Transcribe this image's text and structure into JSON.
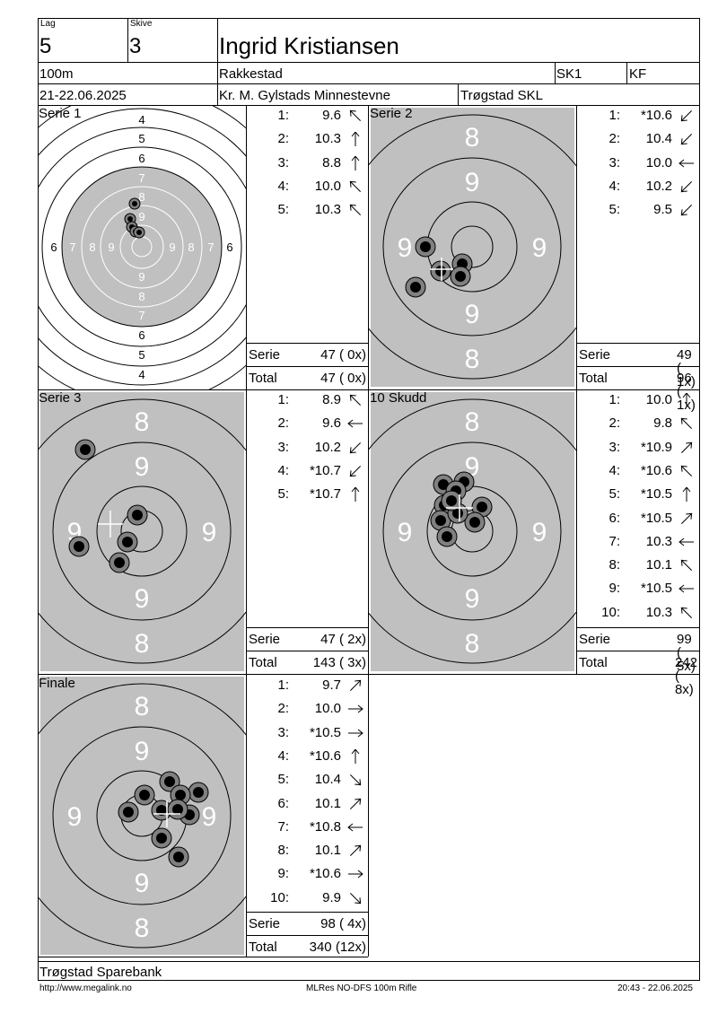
{
  "header": {
    "lag_label": "Lag",
    "lag": "5",
    "skive_label": "Skive",
    "skive": "3",
    "name": "Ingrid Kristiansen",
    "distance": "100m",
    "club": "Rakkestad",
    "class": "SK1",
    "kf": "KF",
    "date": "21-22.06.2025",
    "event": "Kr. M. Gylstads Minnestevne",
    "organizer": "Trøgstad SKL"
  },
  "panels": [
    {
      "label": "Serie 1",
      "shots": [
        {
          "n": "1:",
          "v": "9.6",
          "dir": "NW"
        },
        {
          "n": "2:",
          "v": "10.3",
          "dir": "N"
        },
        {
          "n": "3:",
          "v": "8.8",
          "dir": "N"
        },
        {
          "n": "4:",
          "v": "10.0",
          "dir": "NW"
        },
        {
          "n": "5:",
          "v": "10.3",
          "dir": "NW"
        }
      ],
      "serie_label": "Serie",
      "serie": "47 ( 0x)",
      "total_label": "Total",
      "total": "47 ( 0x)"
    },
    {
      "label": "Serie 2",
      "shots": [
        {
          "n": "1:",
          "v": "*10.6",
          "dir": "SW"
        },
        {
          "n": "2:",
          "v": "10.4",
          "dir": "SW"
        },
        {
          "n": "3:",
          "v": "10.0",
          "dir": "W"
        },
        {
          "n": "4:",
          "v": "10.2",
          "dir": "SW"
        },
        {
          "n": "5:",
          "v": "9.5",
          "dir": "SW"
        }
      ],
      "serie_label": "Serie",
      "serie": "49 ( 1x)",
      "total_label": "Total",
      "total": "96 ( 1x)"
    },
    {
      "label": "Serie 3",
      "shots": [
        {
          "n": "1:",
          "v": "8.9",
          "dir": "NW"
        },
        {
          "n": "2:",
          "v": "9.6",
          "dir": "W"
        },
        {
          "n": "3:",
          "v": "10.2",
          "dir": "SW"
        },
        {
          "n": "4:",
          "v": "*10.7",
          "dir": "SW"
        },
        {
          "n": "5:",
          "v": "*10.7",
          "dir": "N"
        }
      ],
      "serie_label": "Serie",
      "serie": "47 ( 2x)",
      "total_label": "Total",
      "total": "143 ( 3x)"
    },
    {
      "label": "10 Skudd",
      "shots": [
        {
          "n": "1:",
          "v": "10.0",
          "dir": "N"
        },
        {
          "n": "2:",
          "v": "9.8",
          "dir": "NW"
        },
        {
          "n": "3:",
          "v": "*10.9",
          "dir": "NE"
        },
        {
          "n": "4:",
          "v": "*10.6",
          "dir": "NW"
        },
        {
          "n": "5:",
          "v": "*10.5",
          "dir": "N"
        },
        {
          "n": "6:",
          "v": "*10.5",
          "dir": "NE"
        },
        {
          "n": "7:",
          "v": "10.3",
          "dir": "W"
        },
        {
          "n": "8:",
          "v": "10.1",
          "dir": "NW"
        },
        {
          "n": "9:",
          "v": "*10.5",
          "dir": "W"
        },
        {
          "n": "10:",
          "v": "10.3",
          "dir": "NW"
        }
      ],
      "serie_label": "Serie",
      "serie": "99 ( 5x)",
      "total_label": "Total",
      "total": "242 ( 8x)"
    },
    {
      "label": "Finale",
      "shots": [
        {
          "n": "1:",
          "v": "9.7",
          "dir": "NE"
        },
        {
          "n": "2:",
          "v": "10.0",
          "dir": "E"
        },
        {
          "n": "3:",
          "v": "*10.5",
          "dir": "E"
        },
        {
          "n": "4:",
          "v": "*10.6",
          "dir": "N"
        },
        {
          "n": "5:",
          "v": "10.4",
          "dir": "SE"
        },
        {
          "n": "6:",
          "v": "10.1",
          "dir": "NE"
        },
        {
          "n": "7:",
          "v": "*10.8",
          "dir": "W"
        },
        {
          "n": "8:",
          "v": "10.1",
          "dir": "NE"
        },
        {
          "n": "9:",
          "v": "*10.6",
          "dir": "E"
        },
        {
          "n": "10:",
          "v": "9.9",
          "dir": "SE"
        }
      ],
      "serie_label": "Serie",
      "serie": "98 ( 4x)",
      "total_label": "Total",
      "total": "340 (12x)"
    }
  ],
  "ring_labels_full": [
    "4",
    "5",
    "6",
    "7",
    "8",
    "9"
  ],
  "ring_labels_zoom": [
    "8",
    "9"
  ],
  "sponsor": "Trøgstad Sparebank",
  "footer": {
    "url": "http://www.megalink.no",
    "software": "MLRes NO-DFS 100m Rifle",
    "timestamp": "20:43 - 22.06.2025"
  },
  "colors": {
    "grey": "#c0c0c0",
    "shot_outer": "#808080",
    "shot_inner": "#000000"
  }
}
